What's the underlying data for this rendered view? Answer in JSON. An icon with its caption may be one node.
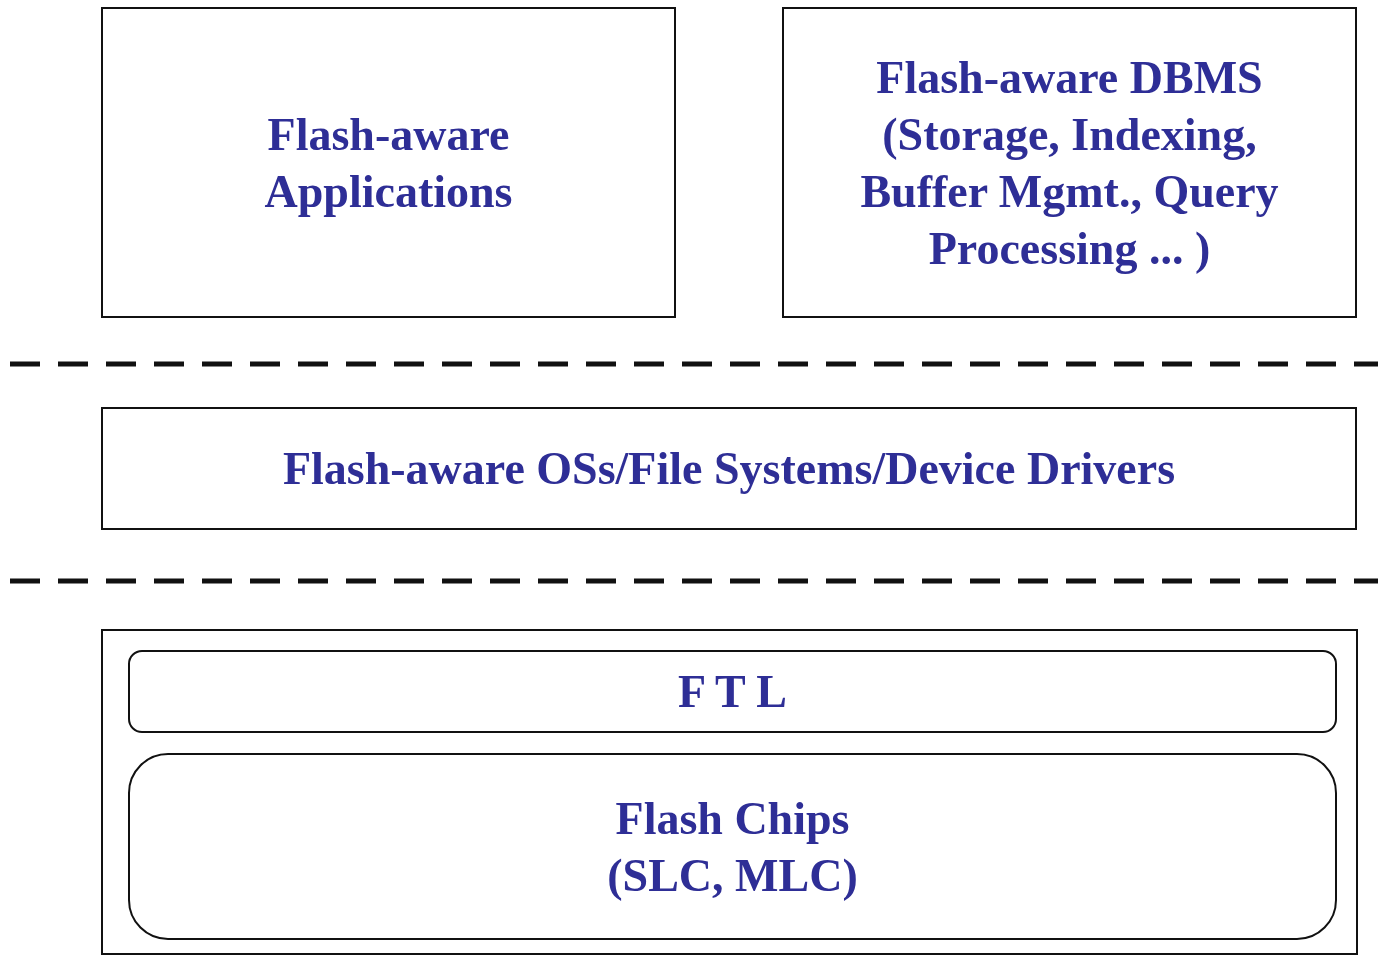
{
  "diagram": {
    "nodes": [
      {
        "text": [
          "Flash-aware Applications"
        ]
      },
      {
        "text": [
          "Flash-aware DBMS (Storage, Indexing, Buffer Mgmt., Query Processing ... )"
        ]
      },
      {
        "text": [
          "Flash-aware OSs/File Systems/Device Drivers"
        ]
      },
      {
        "text": [],
        "shape": "box"
      },
      {
        "text": [
          "F T L"
        ],
        "in": 3
      },
      {
        "text": [
          "Flash Chips (SLC, MLC)"
        ],
        "in": 3
      }
    ],
    "edges": []
  }
}
